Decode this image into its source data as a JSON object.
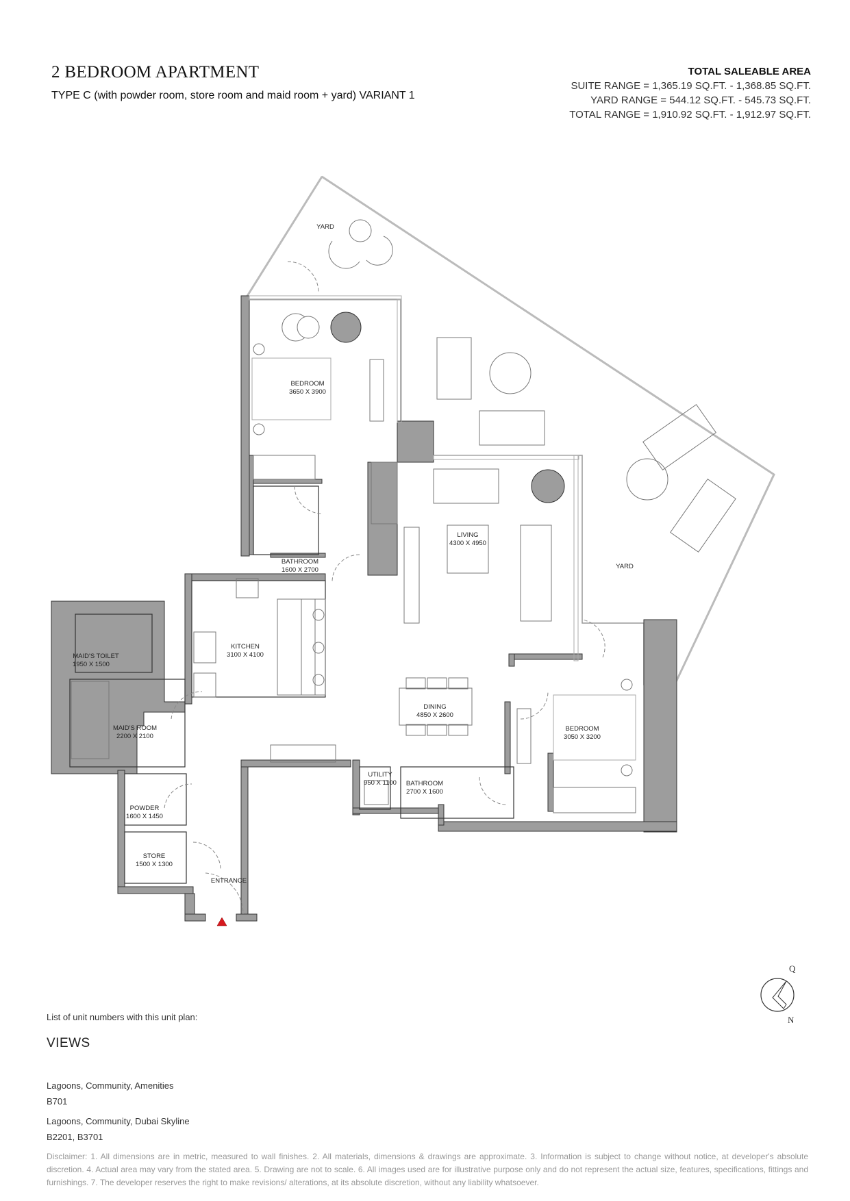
{
  "header": {
    "title": "2 BEDROOM APARTMENT",
    "subtitle": "TYPE C (with powder room, store room and maid room + yard) VARIANT 1"
  },
  "area": {
    "title": "TOTAL SALEABLE AREA",
    "suite_range": "SUITE RANGE = 1,365.19 SQ.FT. - 1,368.85 SQ.FT.",
    "yard_range": "YARD RANGE = 544.12 SQ.FT. - 545.73 SQ.FT.",
    "total_range": "TOTAL RANGE = 1,910.92 SQ.FT. -  1,912.97 SQ.FT."
  },
  "plan": {
    "wall_color": "#9d9d9d",
    "entrance_marker_color": "#d7191f",
    "rooms": [
      {
        "name": "YARD",
        "dims": ""
      },
      {
        "name": "BEDROOM",
        "dims": "3650 X 3900"
      },
      {
        "name": "BATHROOM",
        "dims": "1600 X 2700"
      },
      {
        "name": "LIVING",
        "dims": "4300 X 4950"
      },
      {
        "name": "YARD",
        "dims": ""
      },
      {
        "name": "MAID'S TOILET",
        "dims": "1950 X 1500"
      },
      {
        "name": "KITCHEN",
        "dims": "3100 X 4100"
      },
      {
        "name": "MAID'S ROOM",
        "dims": "2200 X 2100"
      },
      {
        "name": "DINING",
        "dims": "4850 X 2600"
      },
      {
        "name": "BEDROOM",
        "dims": "3050 X 3200"
      },
      {
        "name": "UTILITY",
        "dims": "950 X 1100"
      },
      {
        "name": "BATHROOM",
        "dims": "2700 X 1600"
      },
      {
        "name": "POWDER",
        "dims": "1600 X 1450"
      },
      {
        "name": "STORE",
        "dims": "1500 X 1300"
      },
      {
        "name": "ENTRANCE",
        "dims": ""
      }
    ],
    "compass": {
      "top": "Q",
      "bottom": "N"
    }
  },
  "units": {
    "label": "List of unit numbers with this unit plan:",
    "views_title": "VIEWS",
    "groups": [
      {
        "view": "Lagoons, Community, Amenities",
        "units": "B701"
      },
      {
        "view": "Lagoons, Community, Dubai Skyline",
        "units": "B2201, B3701"
      }
    ]
  },
  "disclaimer": "Disclaimer: 1. All dimensions are in metric, measured to wall finishes. 2. All materials, dimensions & drawings are approximate. 3. Information is subject to change without notice, at developer's absolute discretion. 4. Actual area may vary from the stated area. 5. Drawing are not to scale. 6. All images used are for illustrative purpose only and do not represent the actual size, features, specifications, fittings and furnishings. 7. The developer reserves the right to make revisions/ alterations, at its absolute discretion, without any liability whatsoever."
}
